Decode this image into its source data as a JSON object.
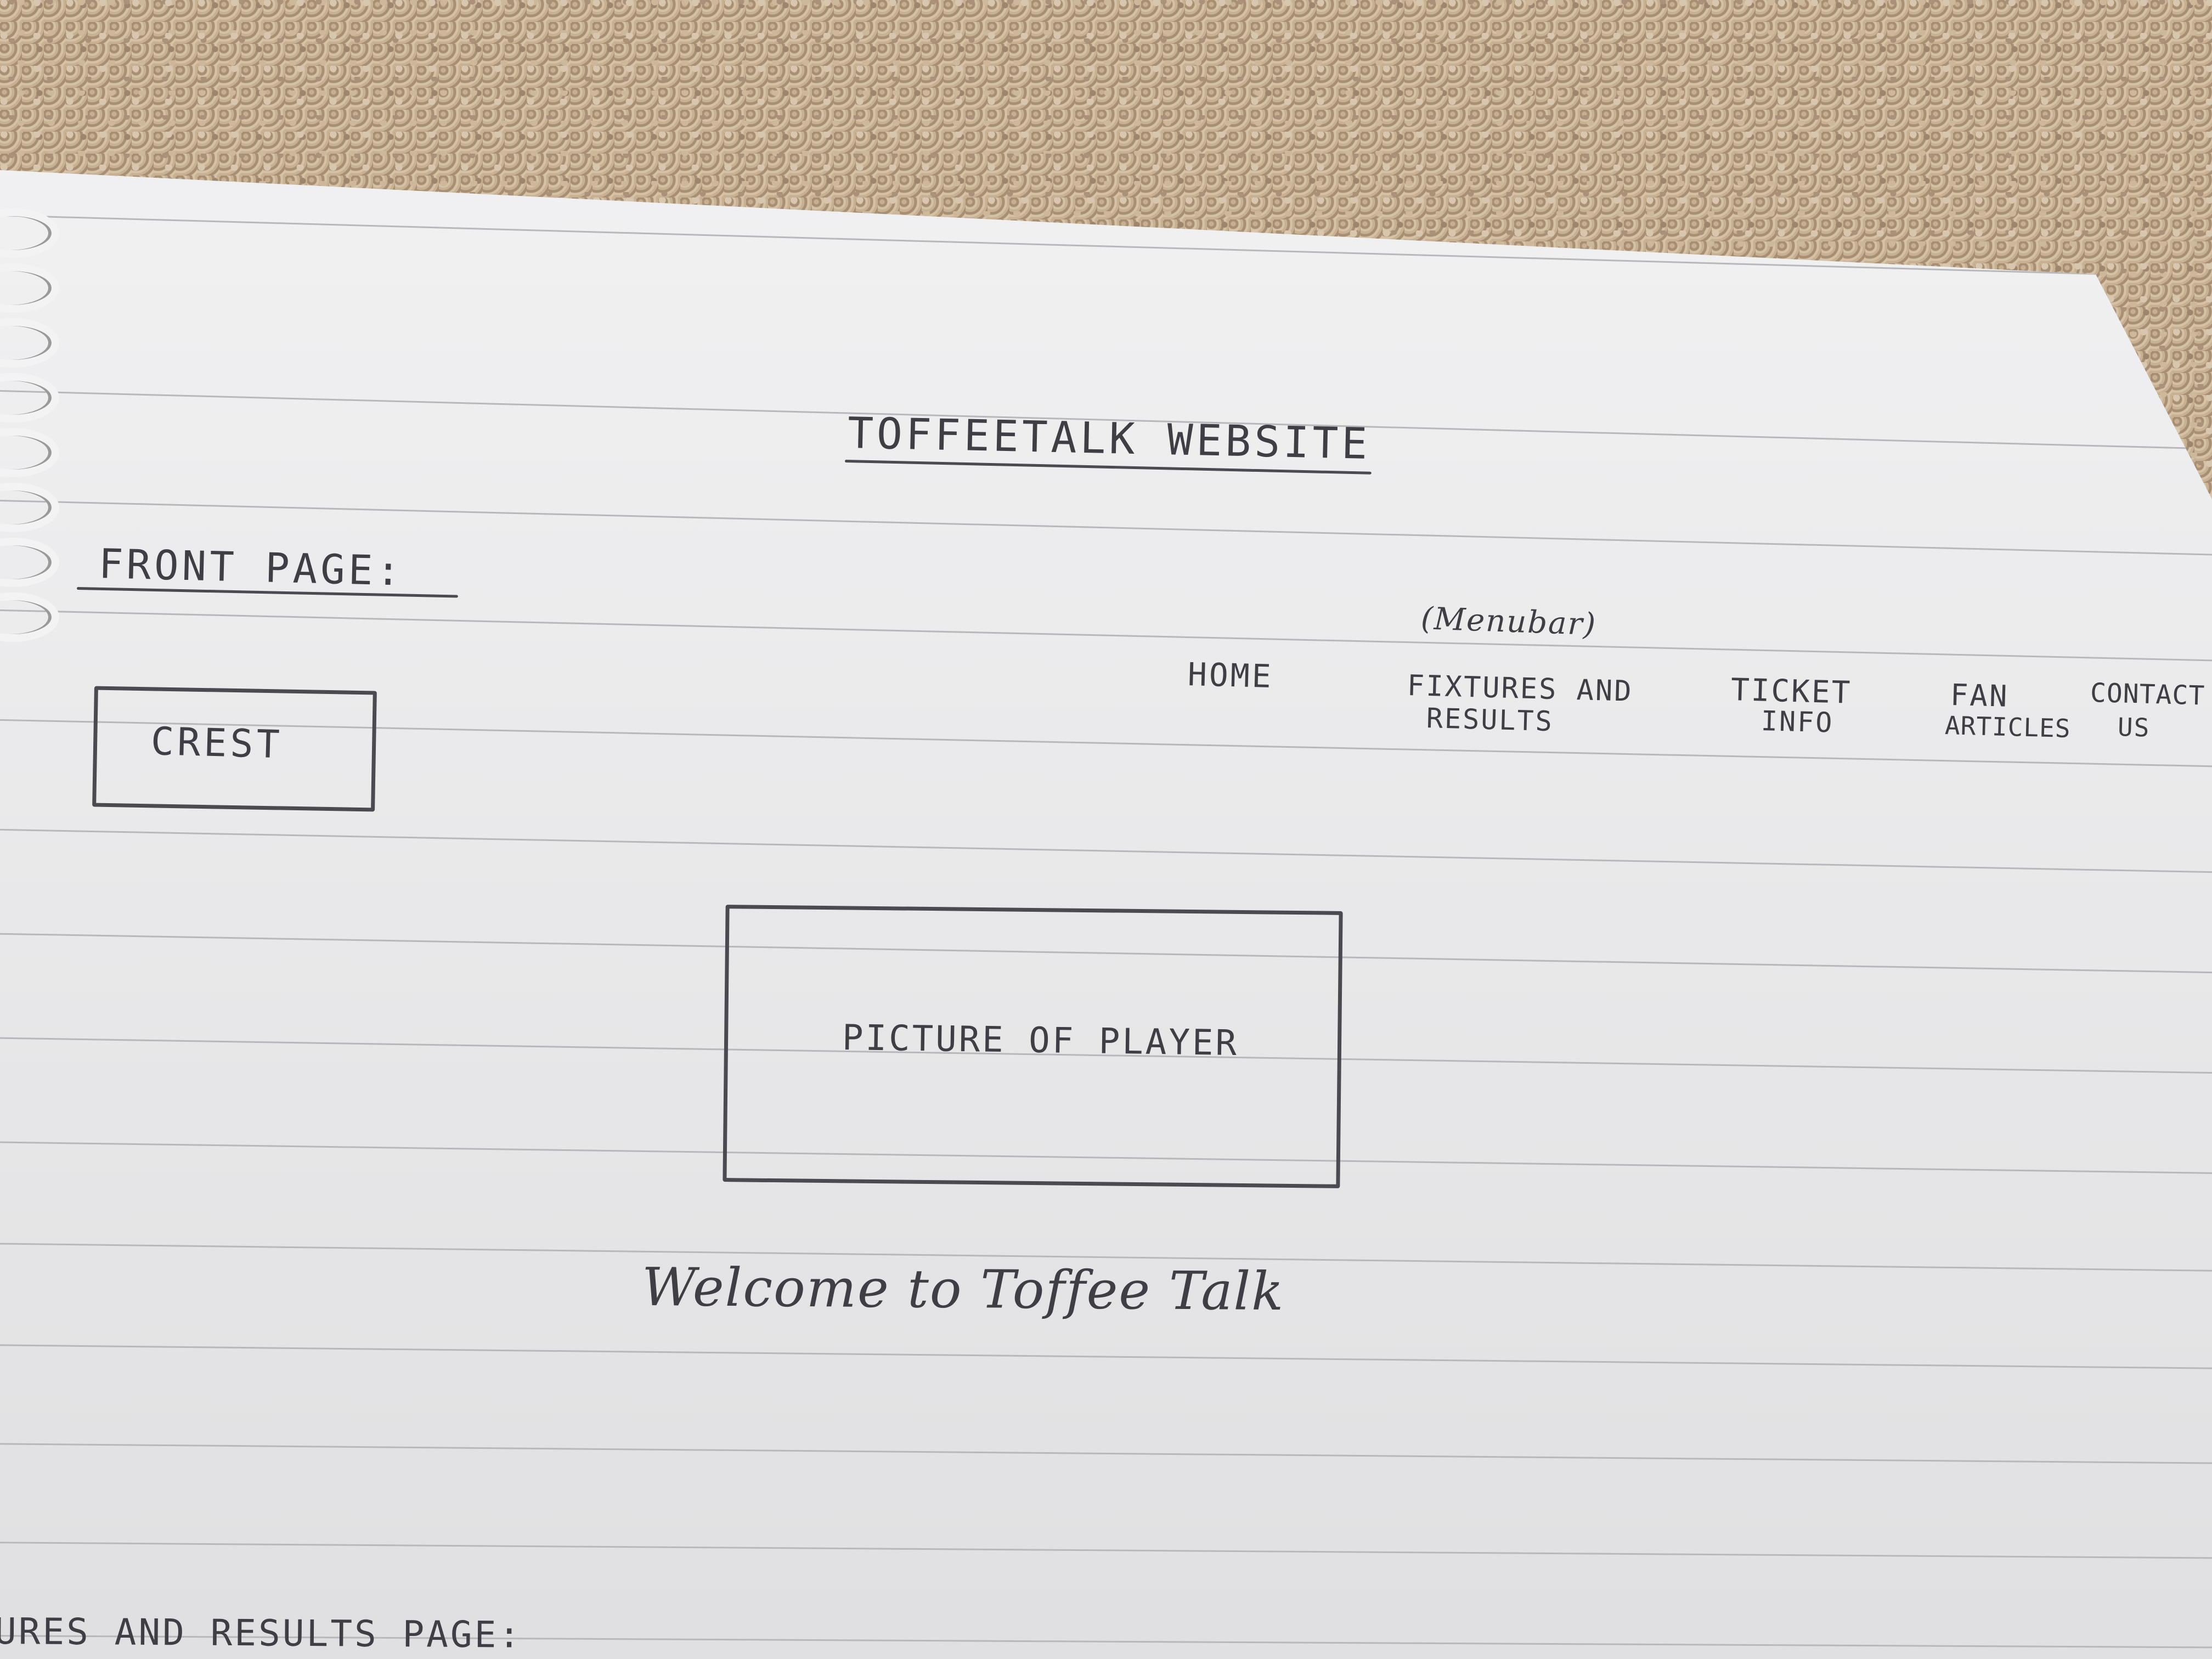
{
  "notebook": {
    "title": "TOFFEETALK WEBSITE",
    "section_heading": "FRONT PAGE:",
    "menubar_note": "(Menubar)",
    "crest_label": "CREST",
    "menu": {
      "home": "HOME",
      "fixtures_line1": "FIXTURES AND",
      "fixtures_line2": "RESULTS",
      "ticket_line1": "TICKET",
      "ticket_line2": "INFO",
      "fan_line1": "FAN",
      "fan_line2": "ARTICLES",
      "contact_line1": "CONTACT",
      "contact_line2": "US"
    },
    "picture_label": "PICTURE OF PLAYER",
    "welcome_text": "Welcome to Toffee Talk",
    "next_section_heading": "URES AND RESULTS PAGE:"
  }
}
